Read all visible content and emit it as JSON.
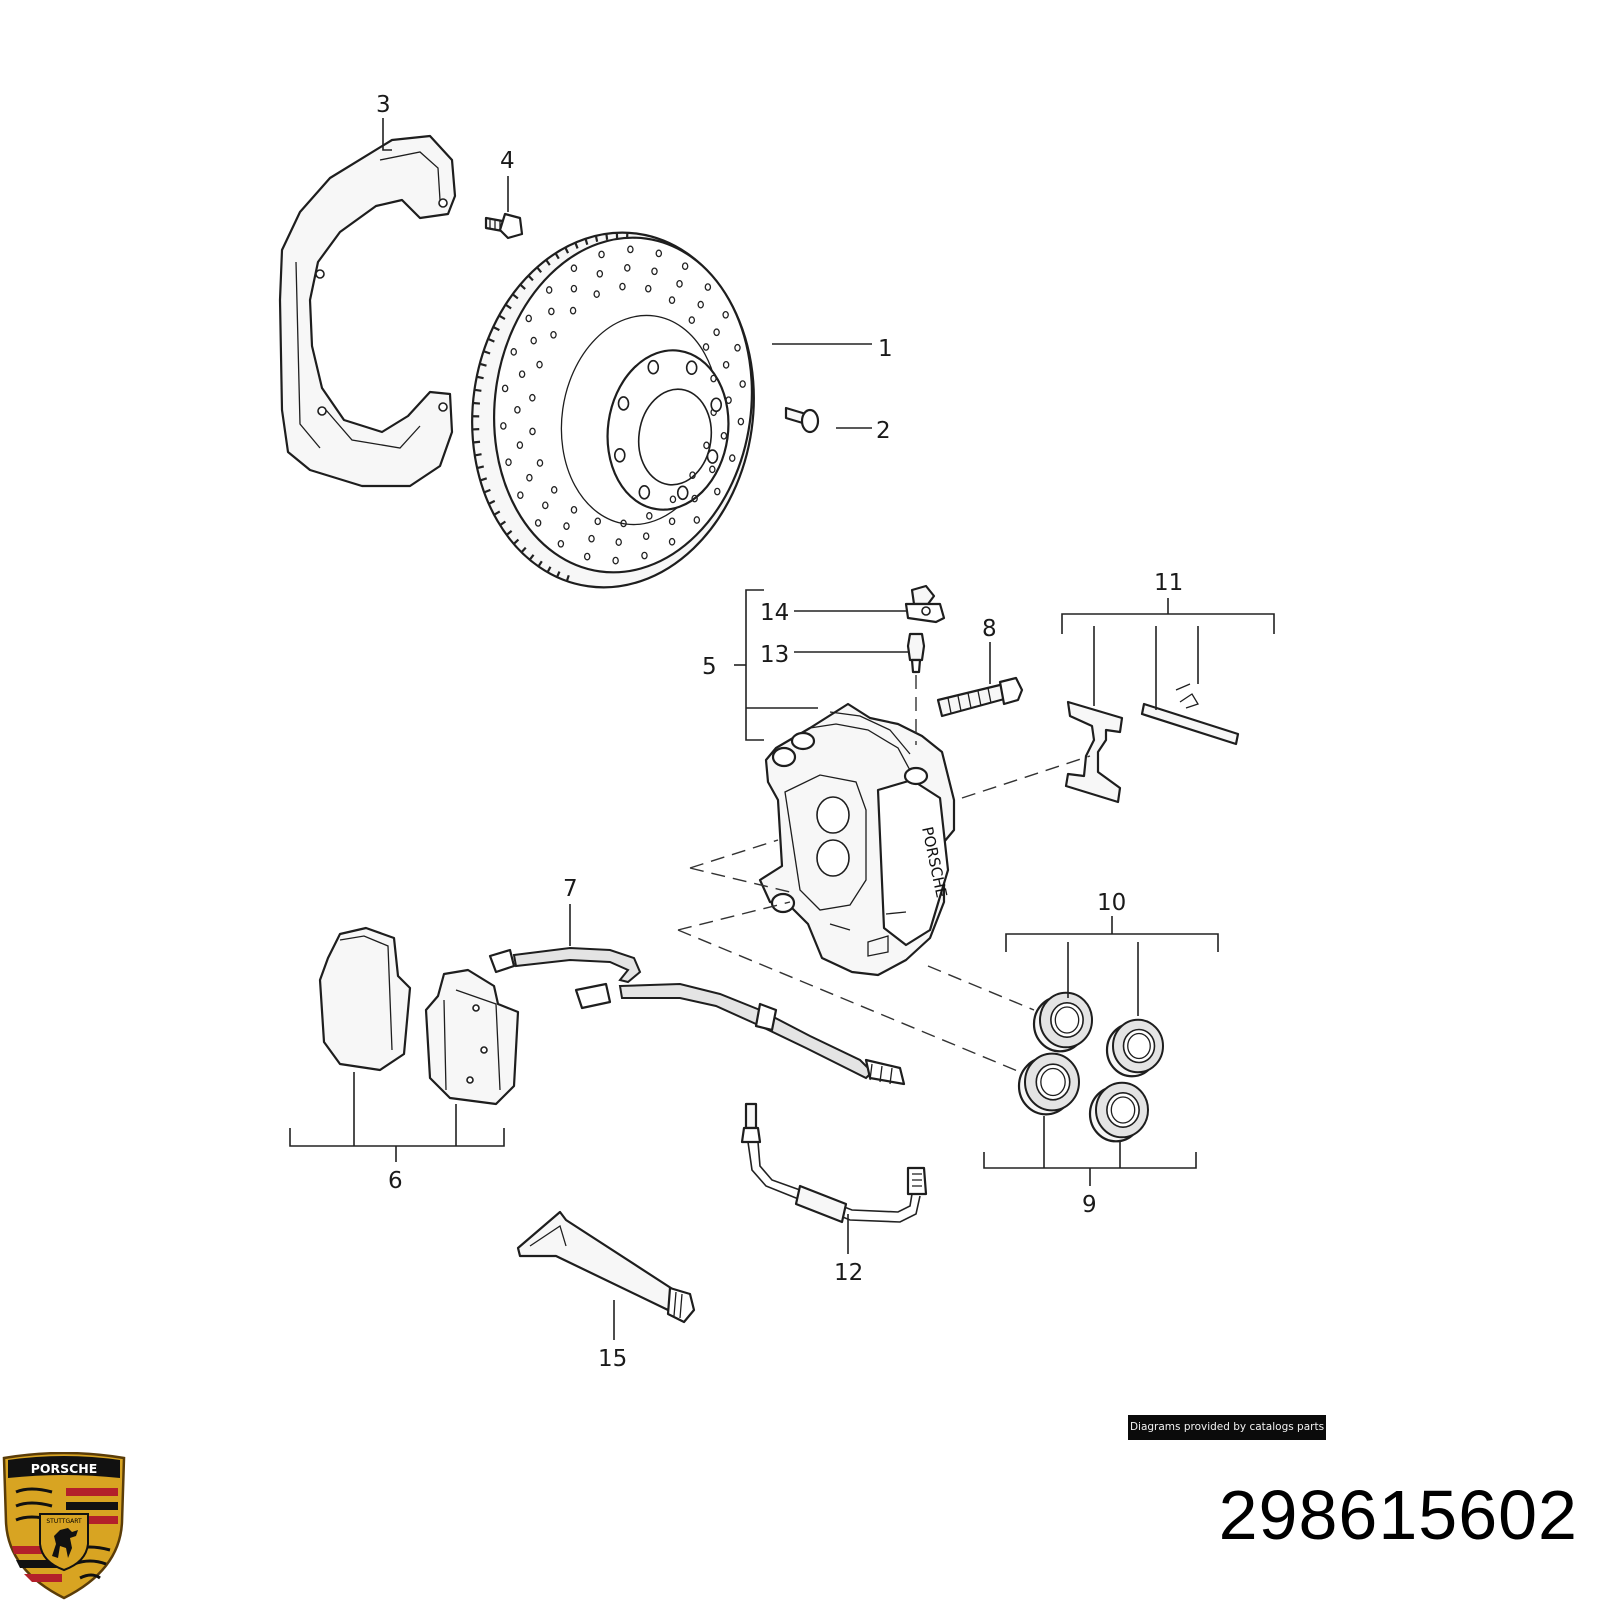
{
  "callouts": [
    {
      "id": "1",
      "label": "1"
    },
    {
      "id": "2",
      "label": "2"
    },
    {
      "id": "3",
      "label": "3"
    },
    {
      "id": "4",
      "label": "4"
    },
    {
      "id": "5",
      "label": "5"
    },
    {
      "id": "6",
      "label": "6"
    },
    {
      "id": "7",
      "label": "7"
    },
    {
      "id": "8",
      "label": "8"
    },
    {
      "id": "9",
      "label": "9"
    },
    {
      "id": "10",
      "label": "10"
    },
    {
      "id": "11",
      "label": "11"
    },
    {
      "id": "12",
      "label": "12"
    },
    {
      "id": "13",
      "label": "13"
    },
    {
      "id": "14",
      "label": "14"
    },
    {
      "id": "15",
      "label": "15"
    }
  ],
  "caliper_lettering": "PORSCHE",
  "credit": "Diagrams provided by catalogs parts",
  "part_number": "298615602",
  "logo": {
    "name": "porsche-crest-logo",
    "top_text": "PORSCHE",
    "center_text": "STUTTGART",
    "colors": {
      "red": "#b3202a",
      "black": "#111111",
      "gold": "#d8a422",
      "stripe": "#8c1a22"
    }
  }
}
